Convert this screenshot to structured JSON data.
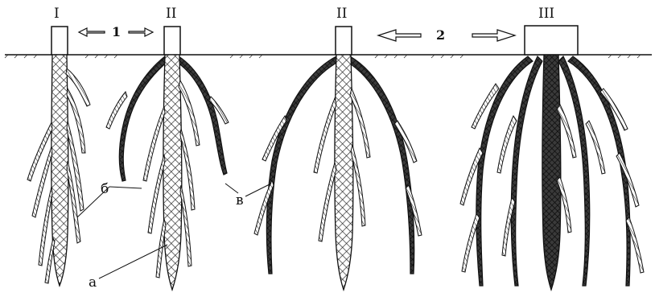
{
  "labels": {
    "stage_left": "I",
    "stage_mid_left": "II",
    "stage_mid_right": "II",
    "stage_right": "III",
    "transition_1": "1",
    "transition_2": "2",
    "part_a": "а",
    "part_b": "б",
    "part_v": "в"
  },
  "colors": {
    "ink": "#111111",
    "main_root_fill": "#3a3a3a",
    "lateral_root_fill": "#d8d8d8"
  },
  "icons": {
    "arrow_left": "arrow-left-icon",
    "arrow_right": "arrow-right-icon"
  }
}
